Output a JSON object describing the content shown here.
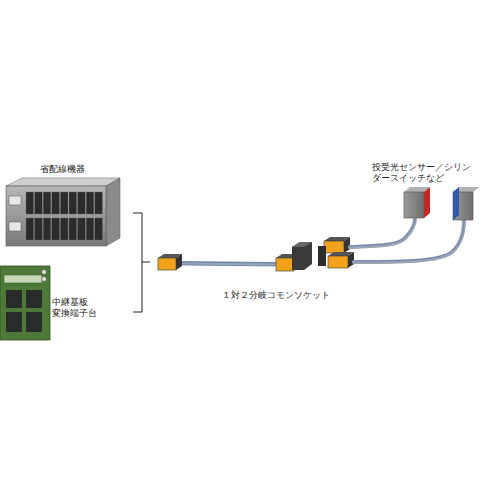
{
  "diagram": {
    "labels": [
      "省配線機器",
      "中継基板 変換端子台",
      "１対２分岐コモンソケット",
      "投受光センサー／シリンダースイッチなど"
    ]
  }
}
